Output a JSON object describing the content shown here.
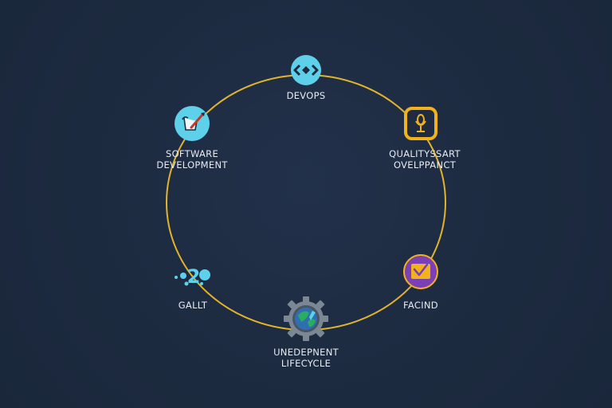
{
  "diagram": {
    "colors": {
      "background": "#1e2b40",
      "ring": "#e2b42a",
      "cyan": "#5fd0ea",
      "gold": "#f2b21b",
      "purple": "#7b3fb6",
      "gear": "#7b8794",
      "label": "#e6ebf2"
    },
    "nodes": [
      {
        "id": "devops",
        "icon": "code-brackets-icon",
        "lines": [
          "DEVOPS"
        ]
      },
      {
        "id": "software-development",
        "icon": "pencil-edit-icon",
        "lines": [
          "SOFTWARE",
          "DEVELOPMENT"
        ]
      },
      {
        "id": "quality",
        "icon": "microphone-icon",
        "lines": [
          "QUALITYSSART",
          "OVELPPANCT"
        ]
      },
      {
        "id": "gault",
        "icon": "number-two-bubbles-icon",
        "lines": [
          "GALLT"
        ]
      },
      {
        "id": "facind",
        "icon": "checkmark-board-icon",
        "lines": [
          "FACIND"
        ]
      },
      {
        "id": "lifecycle",
        "icon": "gear-globe-icon",
        "lines": [
          "UNEDEPNENT",
          "LIFECYCLE"
        ]
      }
    ]
  }
}
